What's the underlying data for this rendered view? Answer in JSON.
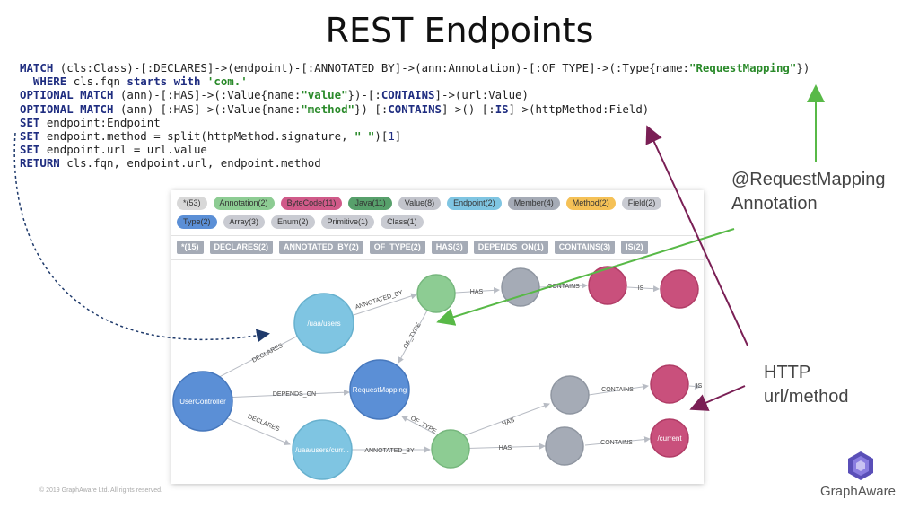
{
  "title": "REST Endpoints",
  "code": {
    "l1_kw": "MATCH",
    "l1_a": " (cls:Class)-[:DECLARES]->(endpoint)-[:ANNOTATED_BY]->(ann:Annotation)-[:OF_TYPE]->(:Type{name:",
    "l1_str": "\"RequestMapping\"",
    "l1_b": "})",
    "l2_pad": "  ",
    "l2_kw": "WHERE",
    "l2_a": " cls.fqn ",
    "l2_kw2": "starts with",
    "l2_sp": " ",
    "l2_str": "'com.'",
    "l3_kw": "OPTIONAL MATCH",
    "l3_a": " (ann)-[:HAS]->(:Value{name:",
    "l3_str": "\"value\"",
    "l3_b": "})-[:",
    "l3_kw2": "CONTAINS",
    "l3_c": "]->(url:Value)",
    "l4_kw": "OPTIONAL MATCH",
    "l4_a": " (ann)-[:HAS]->(:Value{name:",
    "l4_str": "\"method\"",
    "l4_b": "})-[:",
    "l4_kw2": "CONTAINS",
    "l4_c": "]->()-[:",
    "l4_kw3": "IS",
    "l4_d": "]->(httpMethod:Field)",
    "l5_kw": "SET",
    "l5_a": " endpoint:Endpoint",
    "l6_kw": "SET",
    "l6_a": " endpoint.method = split(httpMethod.signature, ",
    "l6_str": "\" \"",
    "l6_b": ")[",
    "l6_num": "1",
    "l6_c": "]",
    "l7_kw": "SET",
    "l7_a": " endpoint.url = url.value",
    "l8_kw": "RETURN",
    "l8_a": " cls.fqn, endpoint.url, endpoint.method"
  },
  "node_labels": [
    {
      "text": "*(53)",
      "color": "#d8d8d8"
    },
    {
      "text": "Annotation(2)",
      "color": "#8dcc93"
    },
    {
      "text": "ByteCode(11)",
      "color": "#d05a89"
    },
    {
      "text": "Java(11)",
      "color": "#57a06b"
    },
    {
      "text": "Value(8)",
      "color": "#c2c4cc"
    },
    {
      "text": "Endpoint(2)",
      "color": "#7fc5e2"
    },
    {
      "text": "Member(4)",
      "color": "#a5abb6"
    },
    {
      "text": "Method(2)",
      "color": "#f5c156"
    },
    {
      "text": "Field(2)",
      "color": "#c9cbd2"
    },
    {
      "text": "Type(2)",
      "color": "#5b8fd6"
    },
    {
      "text": "Array(3)",
      "color": "#c9cbd2"
    },
    {
      "text": "Enum(2)",
      "color": "#c9cbd2"
    },
    {
      "text": "Primitive(1)",
      "color": "#c9cbd2"
    },
    {
      "text": "Class(1)",
      "color": "#c9cbd2"
    }
  ],
  "rel_types": [
    "*(15)",
    "DECLARES(2)",
    "ANNOTATED_BY(2)",
    "OF_TYPE(2)",
    "HAS(3)",
    "DEPENDS_ON(1)",
    "CONTAINS(3)",
    "IS(2)"
  ],
  "nodes": {
    "user_controller": "UserController",
    "uaa_users": "/uaa/users",
    "request_mapping": "RequestMapping",
    "uaa_users_current": "/uaa/users/curr...",
    "current": "/current"
  },
  "edges": {
    "declares": "DECLARES",
    "depends_on": "DEPENDS_ON",
    "annotated_by": "ANNOTATED_BY",
    "of_type": "OF_TYPE",
    "has": "HAS",
    "contains": "CONTAINS",
    "is": "IS"
  },
  "annotations": {
    "request_mapping_line1": "@RequestMapping",
    "request_mapping_line2": "Annotation",
    "http_line1": "HTTP",
    "http_line2": "url/method"
  },
  "footer": {
    "copyright": "© 2019 GraphAware Ltd. All rights reserved.",
    "brand": "GraphAware"
  },
  "colors": {
    "type_node": "#5b8fd6",
    "endpoint_node": "#7fc5e2",
    "annotation_node": "#8dcc93",
    "value_node": "#a5abb6",
    "bytecode_node": "#d05a89",
    "green_arrow": "#58b947",
    "crimson_arrow": "#7a1f55",
    "blue_arrow": "#1f3a6b"
  }
}
